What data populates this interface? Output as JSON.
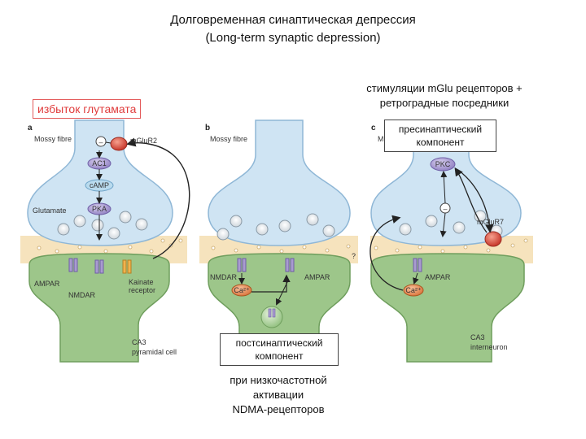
{
  "title": {
    "line1": "Долговременная синаптическая депрессия",
    "line2": "(Long-term synaptic depression)"
  },
  "excess_glutamate": "избыток глутамата",
  "mglu_note": {
    "line1": "стимуляции mGlu рецепторов +",
    "line2": "ретроградные посредники"
  },
  "presynaptic_component": {
    "line1": "пресинаптический",
    "line2": "компонент"
  },
  "postsynaptic_component": {
    "line1": "постсинаптический",
    "line2": "компонент"
  },
  "low_freq_note": {
    "line1": "при низкочастотной",
    "line2": "активации",
    "line3": "NDMA-рецепторов"
  },
  "panel_a": {
    "letter": "a",
    "fibre": "Mossy fibre",
    "receptor": "mGluR2",
    "ac1": "AC1",
    "camp": "cAMP",
    "pka": "PKA",
    "glutamate": "Glutamate",
    "ampar": "AMPAR",
    "nmdar": "NMDAR",
    "kainate1": "Kainate",
    "kainate2": "receptor",
    "cell1": "CA3",
    "cell2": "pyramidal cell",
    "minus": "–"
  },
  "panel_b": {
    "letter": "b",
    "fibre": "Mossy fibre",
    "nmdar": "NMDAR",
    "ampar": "AMPAR",
    "ca": "Ca²⁺"
  },
  "panel_c": {
    "letter": "c",
    "fibre": "M",
    "pkc": "PKC",
    "receptor": "mGluR7",
    "ampar": "AMPAR",
    "ca": "Ca²⁺",
    "question": "?",
    "cell1": "CA3",
    "cell2": "interneuron",
    "minus": "–"
  },
  "colors": {
    "presynaptic": "#cfe4f3",
    "presynaptic_stroke": "#8fb7d6",
    "postsynaptic": "#9dc68a",
    "postsynaptic_stroke": "#6f9e5d",
    "cleft": "#f6e3bd",
    "enzyme": "#a99bd0",
    "ca_orange": "#e8894a",
    "receptor_red": "#d9463a",
    "accent_red": "#e03c3c"
  }
}
